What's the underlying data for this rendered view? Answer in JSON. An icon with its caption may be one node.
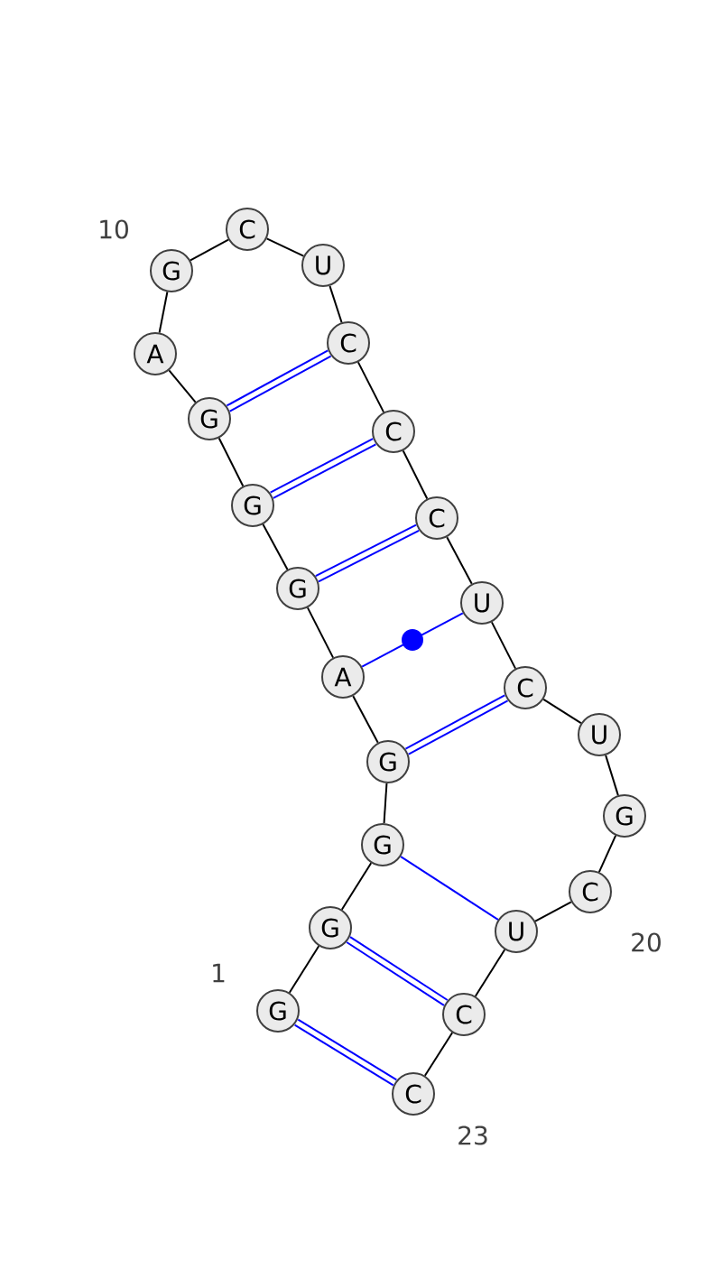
{
  "diagram": {
    "nodes": [
      {
        "text": [
          "G"
        ],
        "beside": [
          "1"
        ]
      },
      {
        "text": [
          "G"
        ]
      },
      {
        "text": [
          "G"
        ]
      },
      {
        "text": [
          "G"
        ]
      },
      {
        "text": [
          "A"
        ]
      },
      {
        "text": [
          "G"
        ]
      },
      {
        "text": [
          "G"
        ]
      },
      {
        "text": [
          "G"
        ]
      },
      {
        "text": [
          "A"
        ]
      },
      {
        "text": [
          "G"
        ],
        "beside": [
          "10"
        ]
      },
      {
        "text": [
          "C"
        ]
      },
      {
        "text": [
          "U"
        ]
      },
      {
        "text": [
          "C"
        ]
      },
      {
        "text": [
          "C"
        ]
      },
      {
        "text": [
          "C"
        ]
      },
      {
        "text": [
          "U"
        ]
      },
      {
        "text": [
          "C"
        ]
      },
      {
        "text": [
          "U"
        ]
      },
      {
        "text": [
          "G"
        ]
      },
      {
        "text": [
          "C"
        ],
        "beside": [
          "20"
        ]
      },
      {
        "text": [
          "U"
        ]
      },
      {
        "text": [
          "C"
        ]
      },
      {
        "text": [
          "C"
        ],
        "beside": [
          "23"
        ]
      }
    ],
    "edges": [
      {
        "from": 0,
        "to": 1,
        "arrow": "none"
      },
      {
        "from": 1,
        "to": 2,
        "arrow": "none"
      },
      {
        "from": 2,
        "to": 3,
        "arrow": "none"
      },
      {
        "from": 3,
        "to": 4,
        "arrow": "none"
      },
      {
        "from": 4,
        "to": 5,
        "arrow": "none"
      },
      {
        "from": 5,
        "to": 6,
        "arrow": "none"
      },
      {
        "from": 6,
        "to": 7,
        "arrow": "none"
      },
      {
        "from": 7,
        "to": 8,
        "arrow": "none"
      },
      {
        "from": 8,
        "to": 9,
        "arrow": "none"
      },
      {
        "from": 9,
        "to": 10,
        "arrow": "none"
      },
      {
        "from": 10,
        "to": 11,
        "arrow": "none"
      },
      {
        "from": 11,
        "to": 12,
        "arrow": "none"
      },
      {
        "from": 12,
        "to": 13,
        "arrow": "none"
      },
      {
        "from": 13,
        "to": 14,
        "arrow": "none"
      },
      {
        "from": 14,
        "to": 15,
        "arrow": "none"
      },
      {
        "from": 15,
        "to": 16,
        "arrow": "none"
      },
      {
        "from": 16,
        "to": 17,
        "arrow": "none"
      },
      {
        "from": 17,
        "to": 18,
        "arrow": "none"
      },
      {
        "from": 18,
        "to": 19,
        "arrow": "none"
      },
      {
        "from": 19,
        "to": 20,
        "arrow": "none"
      },
      {
        "from": 20,
        "to": 21,
        "arrow": "none"
      },
      {
        "from": 21,
        "to": 22,
        "arrow": "none"
      },
      {
        "from": 0,
        "to": 22,
        "arrow": "none",
        "style": "thick",
        "color": "#0000ff"
      },
      {
        "from": 1,
        "to": 21,
        "arrow": "none",
        "style": "thick",
        "color": "#0000ff"
      },
      {
        "from": 2,
        "to": 20,
        "arrow": "none",
        "color": "#0000ff"
      },
      {
        "from": 3,
        "to": 16,
        "arrow": "none",
        "style": "thick",
        "color": "#0000ff"
      },
      {
        "from": 4,
        "to": 15,
        "arrow": "none",
        "color": "#0000ff"
      },
      {
        "from": 5,
        "to": 14,
        "arrow": "none",
        "style": "thick",
        "color": "#0000ff"
      },
      {
        "from": 6,
        "to": 13,
        "arrow": "none",
        "style": "thick",
        "color": "#0000ff"
      },
      {
        "from": 7,
        "to": 12,
        "arrow": "none",
        "style": "thick",
        "color": "#0000ff"
      }
    ]
  }
}
